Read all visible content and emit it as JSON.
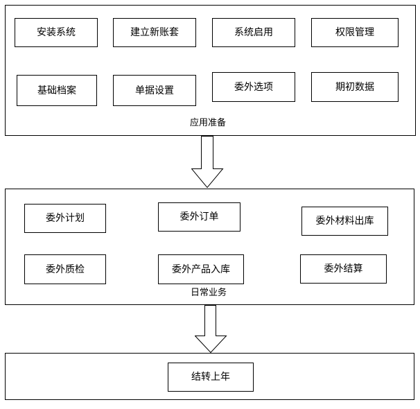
{
  "sections": [
    {
      "label": "应用准备",
      "boxes": [
        "安装系统",
        "建立新账套",
        "系统启用",
        "权限管理",
        "基础档案",
        "单据设置",
        "委外选项",
        "期初数据"
      ]
    },
    {
      "label": "日常业务",
      "boxes": [
        "委外计划",
        "委外订单",
        "委外材料出库",
        "委外质检",
        "委外产品入库",
        "委外结算"
      ]
    },
    {
      "label": "",
      "boxes": [
        "结转上年"
      ]
    }
  ]
}
